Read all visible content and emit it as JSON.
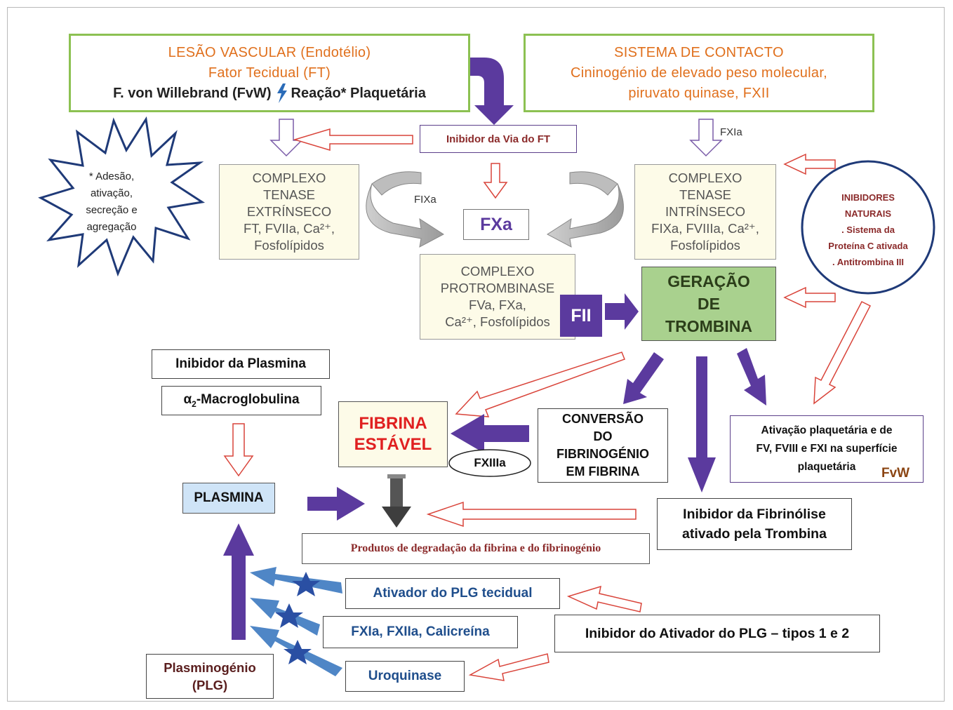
{
  "boxes": {
    "lesao": {
      "line1": "LESÃO VASCULAR (Endotélio)",
      "line2": "Fator Tecidual (FT)",
      "line3a": "F. von Willebrand (FvW)",
      "line3b": "Reação* Plaquetária"
    },
    "contacto": {
      "line1": "SISTEMA DE CONTACTO",
      "line2": "Cininogénio de elevado peso molecular,",
      "line3": "piruvato quinase, FXII"
    },
    "inibidor_ft": "Inibidor da Via do FT",
    "star_note": [
      "* Adesão,",
      "ativação,",
      "secreção e",
      "agregação"
    ],
    "tenase_ext": [
      "COMPLEXO",
      "TENASE",
      "EXTRÍNSECO",
      "FT, FVIIa, Ca²⁺,",
      "Fosfolípidos"
    ],
    "tenase_int": [
      "COMPLEXO",
      "TENASE",
      "INTRÍNSECO",
      "FIXa, FVIIIa, Ca²⁺,",
      "Fosfolípidos"
    ],
    "fxa": "FXa",
    "protrombinase": [
      "COMPLEXO",
      "PROTROMBINASE",
      "FVa, FXa,",
      "Ca²⁺, Fosfolípidos"
    ],
    "fii": "FII",
    "geracao": [
      "GERAÇÃO",
      "DE",
      "TROMBINA"
    ],
    "inibidores": [
      "INIBIDORES",
      "NATURAIS",
      ". Sistema da",
      "Proteína C ativada",
      ". Antitrombina III"
    ],
    "inib_plasmina": "Inibidor da Plasmina",
    "macroglobulina_a": "α",
    "macroglobulina_sub": "2",
    "macroglobulina_b": "-Macroglobulina",
    "fibrina": [
      "FIBRINA",
      "ESTÁVEL"
    ],
    "fxiiia": "FXIIIa",
    "conversao": [
      "CONVERSÃO",
      "DO",
      "FIBRINOGÉNIO",
      "EM FIBRINA"
    ],
    "ativacao": [
      "Ativação plaquetária e de",
      "FV, FVIII e FXI na superfície",
      "plaquetária"
    ],
    "ativacao_fvw": "FvW",
    "plasmina": "PLASMINA",
    "inib_fibrinolise": [
      "Inibidor da Fibrinólise",
      "ativado pela Trombina"
    ],
    "produtos": "Produtos de degradação da fibrina e do fibrinogénio",
    "ativador_plg": "Ativador do PLG tecidual",
    "fxia_group": "FXIa, FXIIa, Calicreína",
    "inib_ativador": "Inibidor do Ativador do PLG – tipos 1 e 2",
    "plasminogenio": [
      "Plasminogénio",
      "(PLG)"
    ],
    "uroquinase": "Uroquinase"
  },
  "labels": {
    "fxia": "FXIa",
    "fixa": "FIXa"
  },
  "colors": {
    "purple": "#5b3a9e",
    "red_outline": "#d9443a",
    "green_border": "#8cc152",
    "geracao_fill": "#a9d18e",
    "plasmina_fill": "#cfe4f7",
    "blue_arrow": "#4f86c6",
    "star_fill": "#2a4fa3"
  }
}
